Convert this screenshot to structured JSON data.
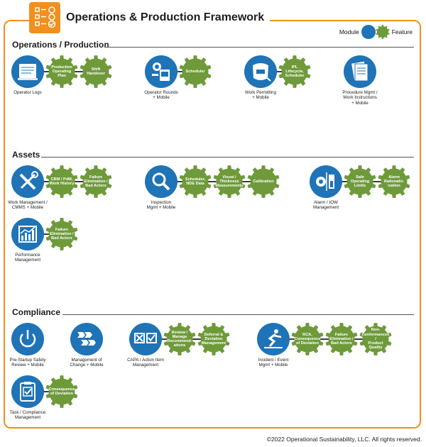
{
  "title": "Operations & Production Framework",
  "legend": {
    "module_label": "Module",
    "feature_label": "Feature"
  },
  "colors": {
    "module": "#1f73b7",
    "feature": "#6e9a3a",
    "accent": "#f0901e"
  },
  "sections": {
    "ops": {
      "title": "Operations / Production",
      "modules": [
        {
          "name": "Operator Logs",
          "icon": "logbook-icon",
          "features": [
            "Production\nOperating\nPlan",
            "Shift\nHandover"
          ]
        },
        {
          "name": "Operator Rounds\n+ Mobile",
          "icon": "operator-rounds-icon",
          "features": [
            "Scheduler"
          ]
        },
        {
          "name": "Work Permitting\n+ Mobile",
          "icon": "welding-mask-icon",
          "features": [
            "IPL\nLifecycle,\nScheduler"
          ]
        },
        {
          "name": "Procedure Mgmt /\nWork Instructions\n+ Mobile",
          "icon": "procedure-document-icon",
          "features": []
        }
      ]
    },
    "assets": {
      "title": "Assets",
      "modules": [
        {
          "name": "Work Management /\nCMMS + Mobile",
          "icon": "wrench-screwdriver-icon",
          "features": [
            "CBM / PdM,\nWork History",
            "Failure\nElimination /\nBad Actors"
          ]
        },
        {
          "name": "Inspection\nMgmt + Mobile",
          "icon": "magnifier-icon",
          "features": [
            "Scheduler,\nNDE Data",
            "Visual /\nThickness\nMeasurements",
            "Calibration"
          ]
        },
        {
          "name": "Alarm / IOW\nManagement",
          "icon": "alarm-gauge-icon",
          "features": [
            "Safe\nOperating\nLimits",
            "Alarm\nRationaliz-\nization"
          ]
        },
        {
          "name": "Performance\nManagement",
          "icon": "performance-chart-icon",
          "features": [
            "Failure\nElimination /\nBad Actors"
          ]
        }
      ]
    },
    "compliance": {
      "title": "Compliance",
      "modules": [
        {
          "name": "Pre-Startup Safety\nReview + Mobile",
          "icon": "power-icon",
          "features": []
        },
        {
          "name": "Management of\nChange + Mobile",
          "icon": "change-arrows-icon",
          "features": []
        },
        {
          "name": "CAPA / Action Item\nManagement",
          "icon": "checkbox-icon",
          "features": [
            "Review /\nManage\nRecommend-\nations",
            "Deferral &\nDeviation\nManagement"
          ]
        },
        {
          "name": "Incident / Event\nMgmt + Mobile",
          "icon": "slip-fall-icon",
          "features": [
            "RCA,\nConsequence\nof Deviation",
            "Failure\nElimination /\nBad Actors",
            "Non-\nconformances /\nProduct\nQuality"
          ]
        },
        {
          "name": "Task / Compliance\nManagement",
          "icon": "clipboard-check-icon",
          "features": [
            "Consequence\nof Deviation"
          ]
        }
      ]
    }
  },
  "copyright": "©2022 Operational Sustainability, LLC. All rights reserved."
}
